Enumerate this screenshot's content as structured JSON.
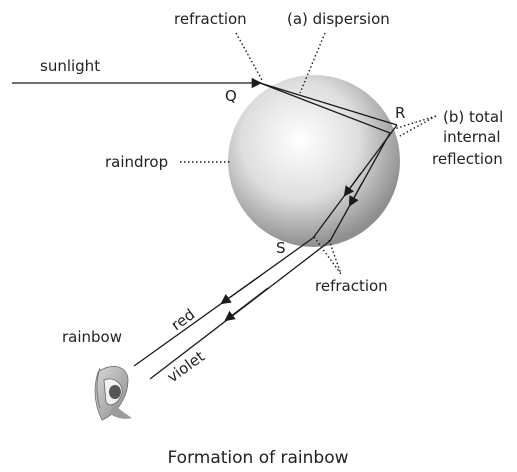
{
  "labels": {
    "refraction_top": "refraction",
    "dispersion": "(a) dispersion",
    "sunlight": "sunlight",
    "point_q": "Q",
    "point_r": "R",
    "total_internal_line1": "(b) total",
    "total_internal_line2": "internal",
    "total_internal_line3": "reflection",
    "raindrop": "raindrop",
    "point_s": "S",
    "refraction_bottom": "refraction",
    "rainbow": "rainbow",
    "red": "red",
    "violet": "violet"
  },
  "caption": "Formation of rainbow",
  "colors": {
    "line": "#1a1a1a",
    "drop_highlight": "#ffffff",
    "drop_shadow": "#8e8e8e"
  },
  "icons": {
    "eye": "eye-icon"
  }
}
